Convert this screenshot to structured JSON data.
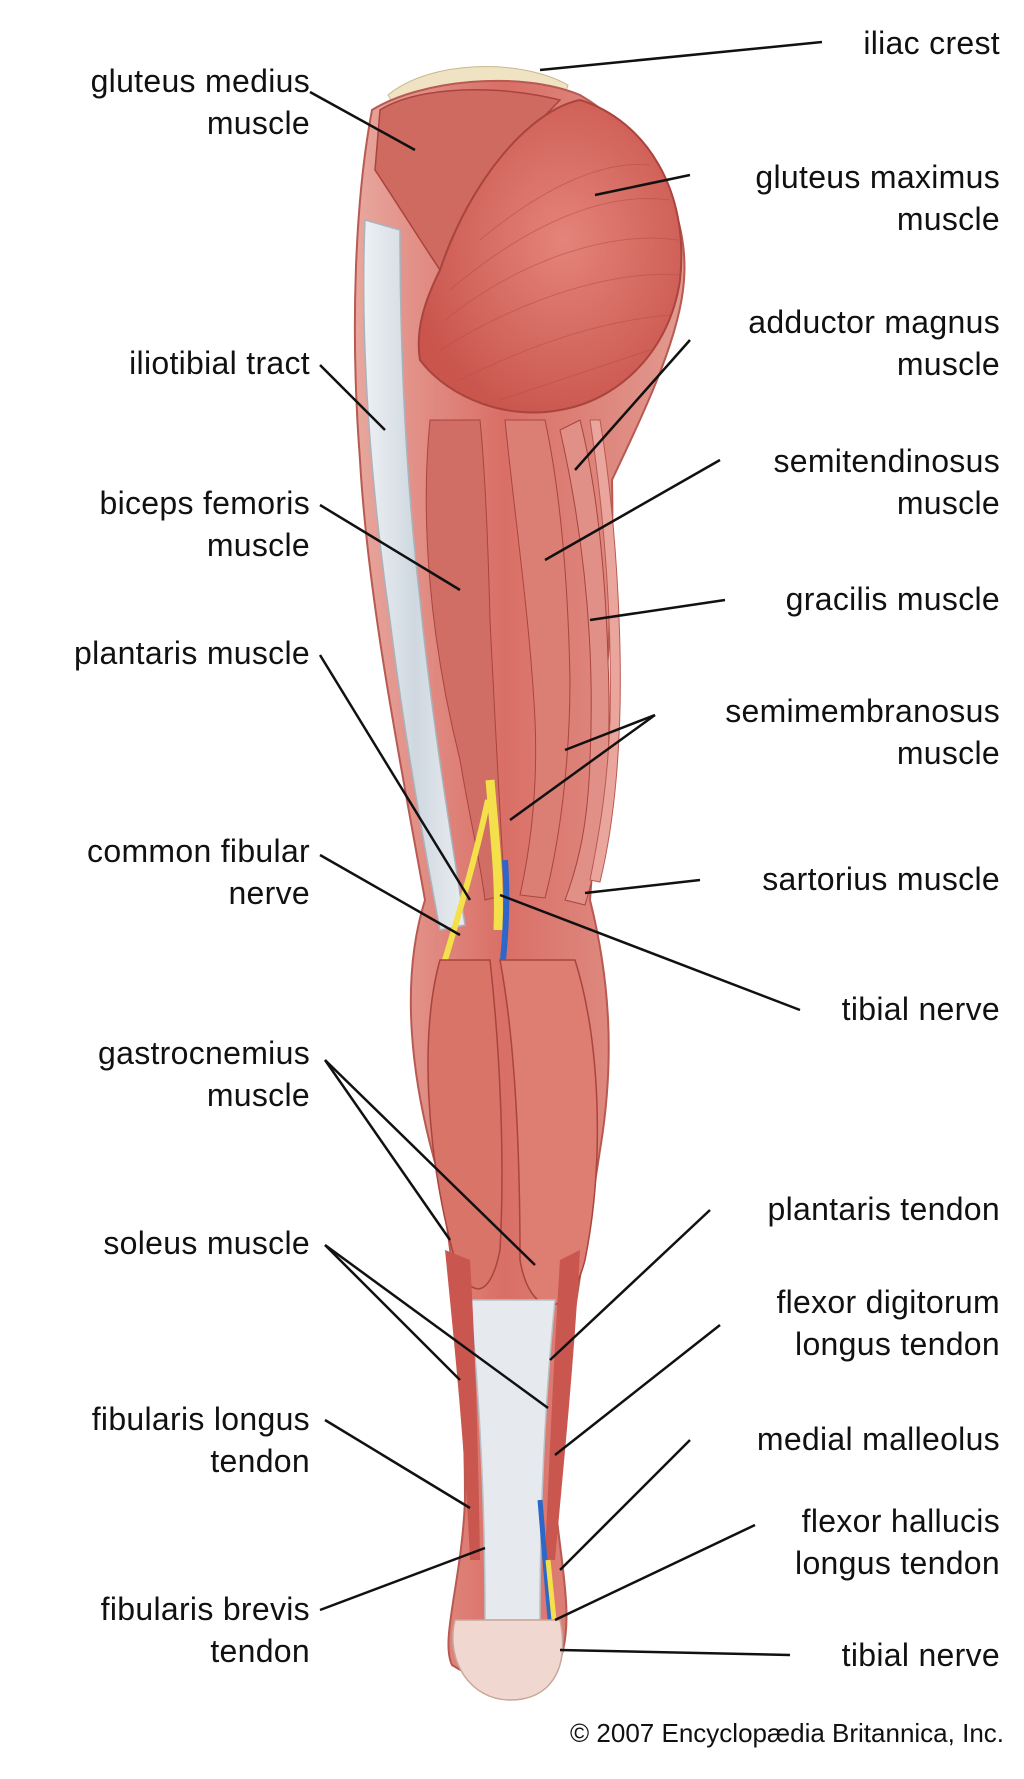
{
  "labels": {
    "iliac_crest": "iliac crest",
    "gluteus_medius": [
      "gluteus medius",
      "muscle"
    ],
    "gluteus_maximus": [
      "gluteus maximus",
      "muscle"
    ],
    "adductor_magnus": [
      "adductor magnus",
      "muscle"
    ],
    "iliotibial_tract": "iliotibial tract",
    "semitendinosus": [
      "semitendinosus",
      "muscle"
    ],
    "biceps_femoris": [
      "biceps femoris",
      "muscle"
    ],
    "gracilis": "gracilis muscle",
    "plantaris_muscle": "plantaris muscle",
    "semimembranosus": [
      "semimembranosus",
      "muscle"
    ],
    "common_fibular_nerve": [
      "common fibular",
      "nerve"
    ],
    "sartorius": "sartorius muscle",
    "tibial_nerve_upper": "tibial nerve",
    "gastrocnemius": [
      "gastrocnemius",
      "muscle"
    ],
    "plantaris_tendon": "plantaris tendon",
    "soleus": "soleus muscle",
    "flexor_digitorum": [
      "flexor digitorum",
      "longus tendon"
    ],
    "fibularis_longus": [
      "fibularis longus",
      "tendon"
    ],
    "medial_malleolus": "medial malleolus",
    "flexor_hallucis": [
      "flexor hallucis",
      "longus tendon"
    ],
    "fibularis_brevis": [
      "fibularis brevis",
      "tendon"
    ],
    "tibial_nerve_lower": "tibial nerve"
  },
  "credit": "© 2007 Encyclopædia Britannica, Inc.",
  "colors": {
    "muscle": "#d9766c",
    "muscle_dark": "#b84c45",
    "muscle_light": "#eaa59c",
    "tendon": "#dfe4ea",
    "nerve": "#f3e04a",
    "vessel": "#2f67c9",
    "bone": "#efe3c4"
  }
}
